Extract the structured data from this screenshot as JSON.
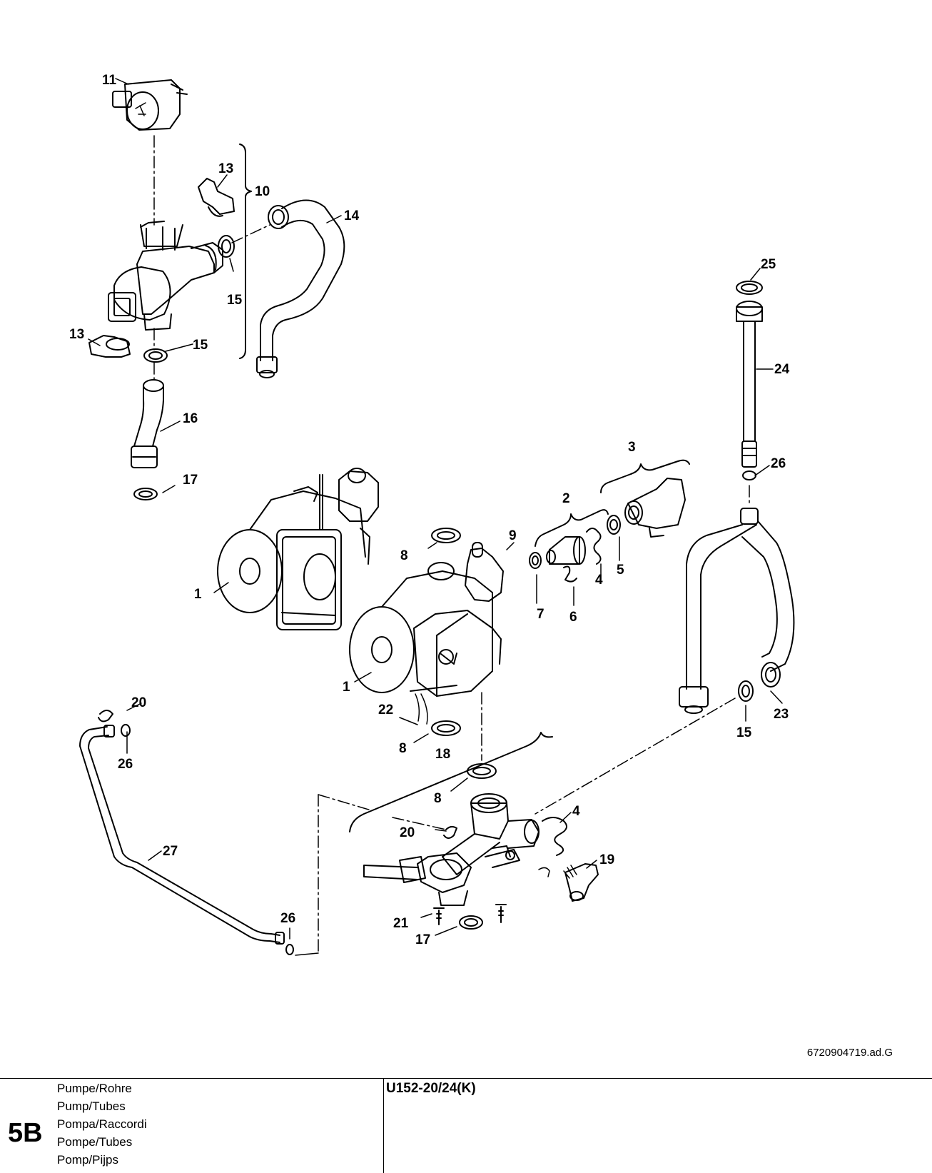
{
  "diagram": {
    "callouts": [
      "1",
      "1",
      "2",
      "3",
      "4",
      "4",
      "5",
      "6",
      "7",
      "8",
      "8",
      "8",
      "9",
      "10",
      "11",
      "13",
      "13",
      "14",
      "15",
      "15",
      "15",
      "16",
      "17",
      "17",
      "18",
      "19",
      "20",
      "20",
      "21",
      "22",
      "23",
      "24",
      "25",
      "26",
      "26",
      "27"
    ]
  },
  "drawing_number": "6720904719.ad.G",
  "footer": {
    "section_code": "5B",
    "titles": [
      "Pumpe/Rohre",
      "Pump/Tubes",
      "Pompa/Raccordi",
      "Pompe/Tubes",
      "Pomp/Pijps"
    ],
    "model": "U152-20/24(K)"
  }
}
